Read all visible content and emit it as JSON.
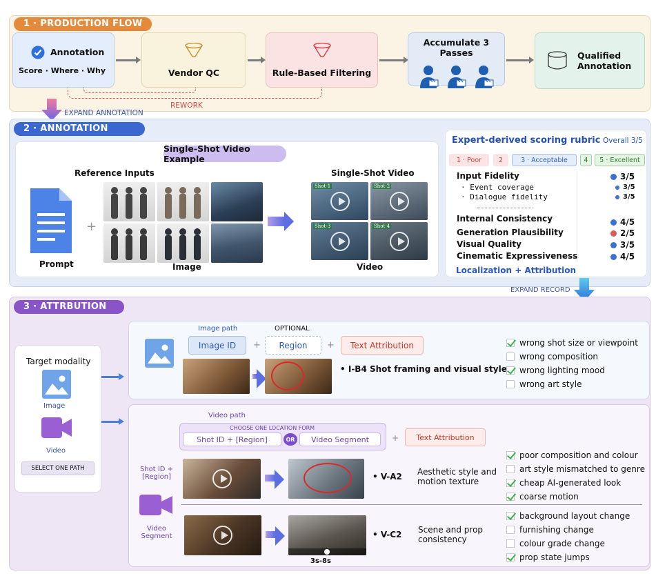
{
  "section1": {
    "tab": "1 · PRODUCTION FLOW",
    "annotation": "Annotation",
    "annotation_sub": "Score · Where · Why",
    "vendor_qc": "Vendor QC",
    "rule_filter": "Rule-Based Filtering",
    "accumulate": "Accumulate 3 Passes",
    "qualified": "Qualified Annotation",
    "rework": "REWORK",
    "expand": "EXPAND ANNOTATION"
  },
  "section2": {
    "tab": "2 · ANNOTATION",
    "example_title": "Single-Shot Video Example",
    "ref_inputs": "Reference Inputs",
    "single_shot_video": "Single-Shot Video",
    "prompt": "Prompt",
    "image": "Image",
    "video": "Video",
    "shots": [
      "Shot-1",
      "Shot-2",
      "Shot-3",
      "Shot-4"
    ],
    "plus": "+"
  },
  "rubric": {
    "title": "Expert-derived scoring rubric",
    "overall": "Overall 3/5",
    "scale": [
      {
        "label": "1 · Poor",
        "color": "#fde4e4",
        "fg": "#c44"
      },
      {
        "label": "2",
        "color": "#fde4e4",
        "fg": "#c44"
      },
      {
        "label": "3 · Acceptable",
        "color": "#e3edfb",
        "fg": "#2f5fb8"
      },
      {
        "label": "4",
        "color": "#e4f5e4",
        "fg": "#2c7a2c"
      },
      {
        "label": "5 · Excellent",
        "color": "#e4f5e4",
        "fg": "#2c7a2c"
      }
    ],
    "input_fidelity": "Input Fidelity",
    "input_fidelity_score": "3/5",
    "event_coverage": "· Event coverage",
    "event_coverage_score": "3/5",
    "dialogue_fidelity": "· Dialogue fidelity",
    "dialogue_fidelity_score": "3/5",
    "internal": "Internal Consistency",
    "internal_score": "4/5",
    "plausibility": "Generation Plausibility",
    "plausibility_score": "2/5",
    "visual": "Visual Quality",
    "visual_score": "3/5",
    "cinematic": "Cinematic Expressiveness",
    "cinematic_score": "4/5",
    "footer": "Localization + Attribution",
    "expand": "EXPAND RECORD"
  },
  "section3": {
    "tab": "3 · ATTRBUTION",
    "target_modality": "Target modality",
    "image": "Image",
    "video": "Video",
    "select_one": "SELECT ONE PATH",
    "image_path": "Image path",
    "optional": "OPTIONAL",
    "image_id": "Image ID",
    "region": "Region",
    "text_attr": "Text Attribution",
    "plus": "+",
    "image_code": "• I-B4 Shot framing and visual style",
    "image_checks": [
      {
        "label": "wrong shot size or viewpoint",
        "on": true
      },
      {
        "label": "wrong composition",
        "on": false
      },
      {
        "label": "wrong lighting mood",
        "on": true
      },
      {
        "label": "wrong art style",
        "on": false
      }
    ],
    "video_path": "Video path",
    "choose_form": "CHOOSE ONE LOCATION FORM",
    "shot_id_region": "Shot ID + [Region]",
    "or": "OR",
    "video_segment": "Video Segment",
    "row1_label": "Shot ID + [Region]",
    "row1_code": "• V-A2",
    "row1_desc": "Aesthetic style and motion texture",
    "row1_checks": [
      {
        "label": "poor composition and colour",
        "on": true
      },
      {
        "label": "art style mismatched to genre",
        "on": false
      },
      {
        "label": "cheap AI-generated look",
        "on": true
      },
      {
        "label": "coarse motion",
        "on": true
      }
    ],
    "row2_label": "Video Segment",
    "row2_code": "• V-C2",
    "row2_desc": "Scene and prop consistency",
    "time": "3s-8s",
    "row2_checks": [
      {
        "label": "background layout change",
        "on": true
      },
      {
        "label": "furnishing change",
        "on": false
      },
      {
        "label": "colour grade change",
        "on": false
      },
      {
        "label": "prop state jumps",
        "on": true
      }
    ]
  }
}
